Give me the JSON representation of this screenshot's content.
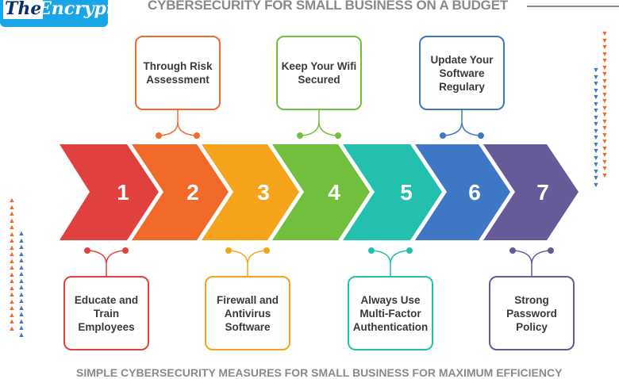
{
  "logo": {
    "part1": "The",
    "part2": "Encrypt"
  },
  "header": {
    "title": "CYBERSECURITY FOR SMALL BUSINESS ON A BUDGET"
  },
  "footer": {
    "text": "SIMPLE CYBERSECURITY MEASURES FOR SMALL BUSINESS FOR MAXIMUM EFFICIENCY"
  },
  "steps": [
    {
      "number": "1",
      "label": "Educate and Train Employees",
      "color": "#e0413f",
      "position": "bottom"
    },
    {
      "number": "2",
      "label": "Through Risk Assessment",
      "color": "#f26a2a",
      "position": "top"
    },
    {
      "number": "3",
      "label": "Firewall and Antivirus Software",
      "color": "#f5a31b",
      "position": "bottom"
    },
    {
      "number": "4",
      "label": "Keep Your Wifi Secured",
      "color": "#72bf3e",
      "position": "top"
    },
    {
      "number": "5",
      "label": "Always Use Multi-Factor Authentication",
      "color": "#22c0ad",
      "position": "bottom"
    },
    {
      "number": "6",
      "label": "Update Your Software Regulary",
      "color": "#3e78c4",
      "position": "top"
    },
    {
      "number": "7",
      "label": "Strong Password Policy",
      "color": "#665a98",
      "position": "bottom"
    }
  ]
}
